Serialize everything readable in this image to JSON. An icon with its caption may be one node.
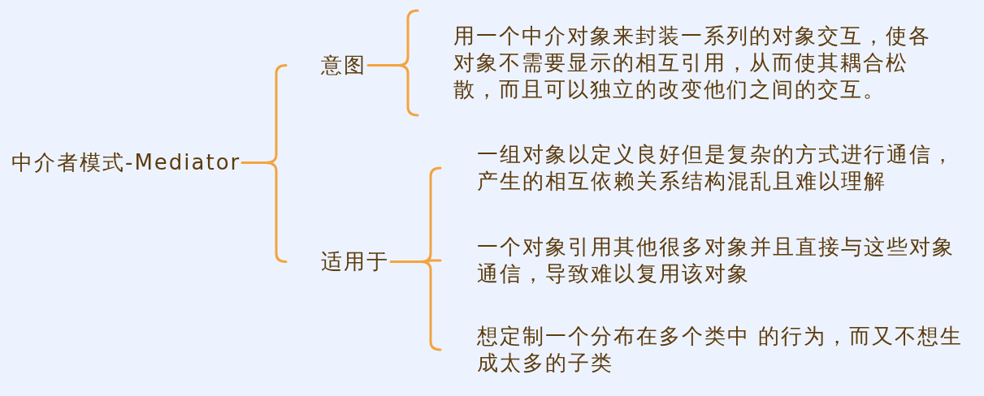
{
  "diagram": {
    "nodes": [
      {
        "text": [
          "中介者模式-Mediator"
        ]
      },
      {
        "text": [
          "意图"
        ]
      },
      {
        "text": [
          "用一个中介对象来封装一系列的对象交互，使各对象不需要显示的相互引用，从而使其耦合松散，而且可以独立的改变他们之间的交互。"
        ]
      },
      {
        "text": [
          "适用于"
        ]
      },
      {
        "text": [
          "一组对象以定义良好但是复杂的方式进行通信，产生的相互依赖关系结构混乱且难以理解"
        ]
      },
      {
        "text": [
          "一个对象引用其他很多对象并且直接与这些对象通信，导致难以复用该对象"
        ]
      },
      {
        "text": [
          "想定制一个分布在多个类中 的行为，而又不想生成太多的子类"
        ]
      }
    ],
    "edges": [
      {
        "from": 0,
        "to": 1,
        "arrow": "none"
      },
      {
        "from": 0,
        "to": 3,
        "arrow": "none"
      },
      {
        "from": 1,
        "to": 2,
        "arrow": "none"
      },
      {
        "from": 3,
        "to": 4,
        "arrow": "none"
      },
      {
        "from": 3,
        "to": 5,
        "arrow": "none"
      },
      {
        "from": 3,
        "to": 6,
        "arrow": "none"
      }
    ]
  }
}
